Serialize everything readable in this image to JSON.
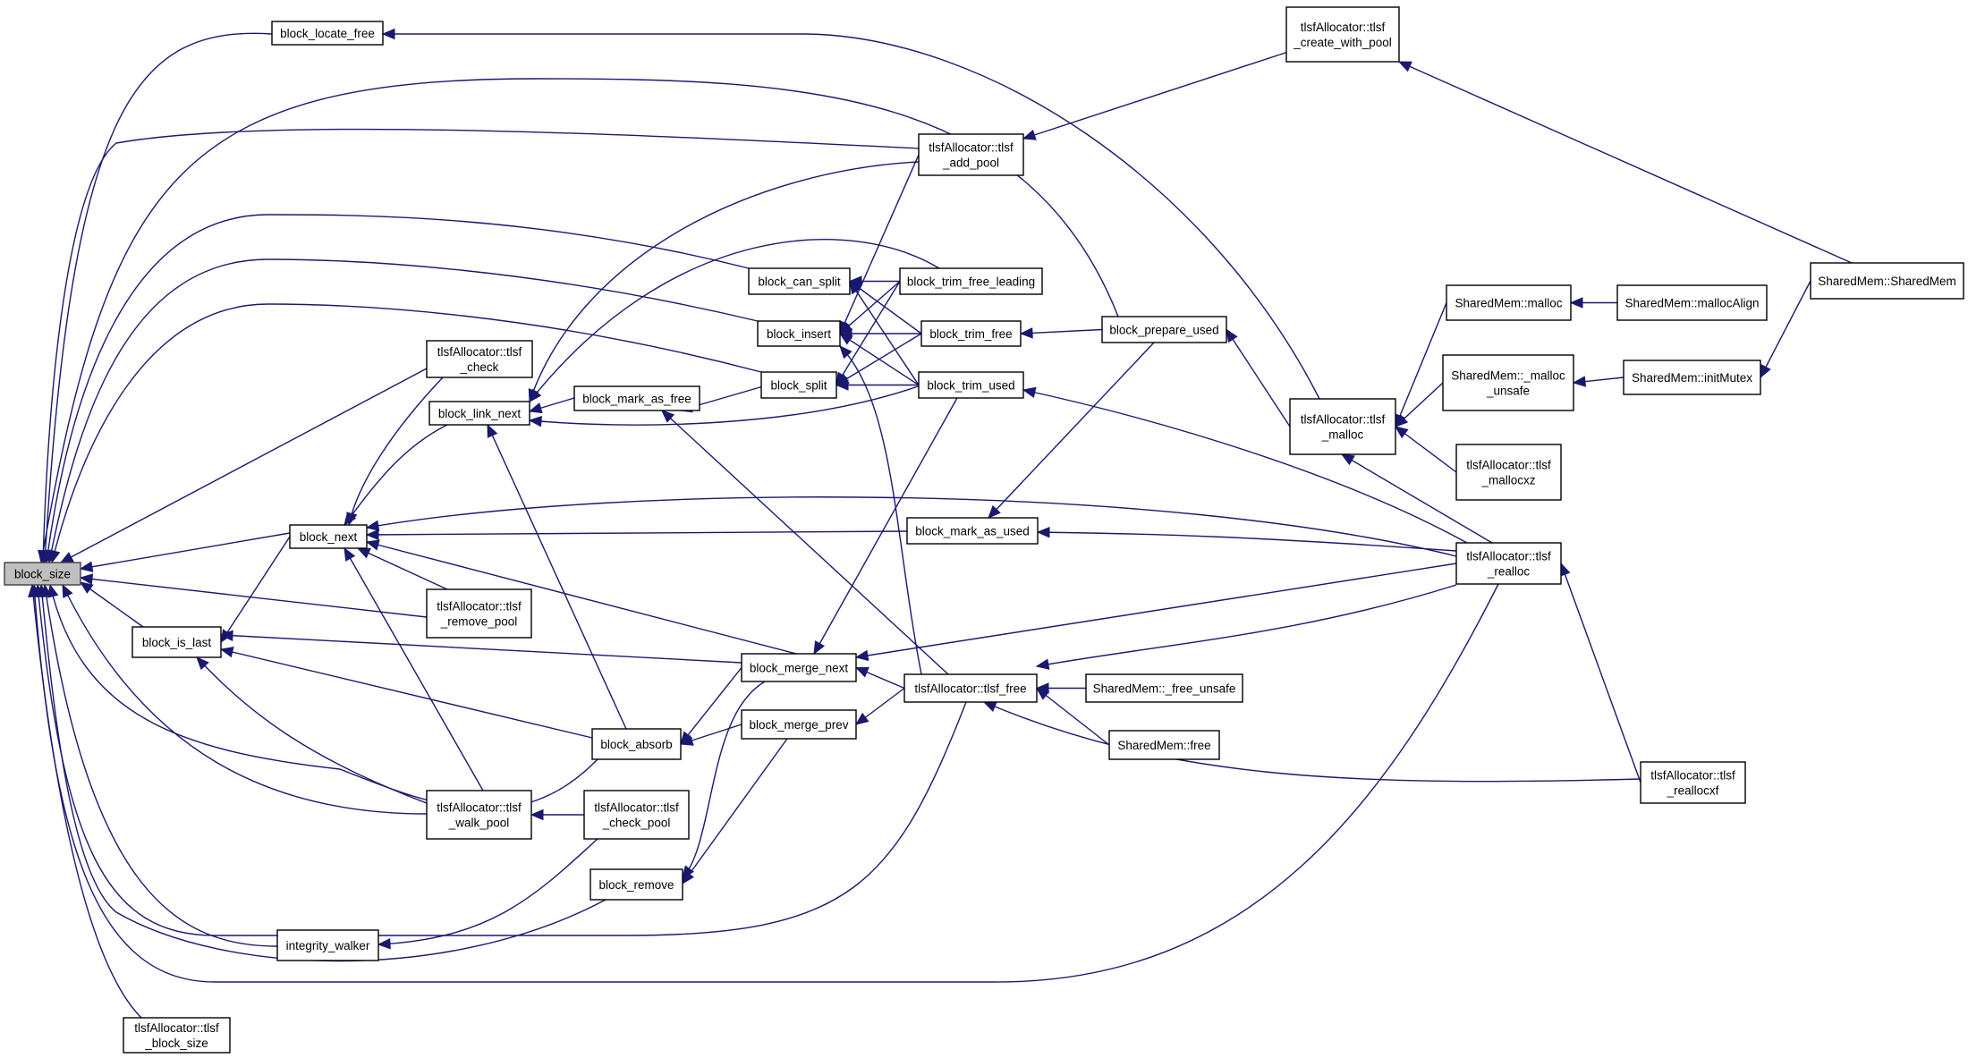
{
  "graph": {
    "type": "caller-graph",
    "root": "block_size",
    "colors": {
      "edge": "#191970",
      "root_fill": "#bfbfbf",
      "node_fill": "#ffffff",
      "node_border": "#000000"
    },
    "nodes": [
      {
        "id": "block_size",
        "lines": [
          "block_size"
        ],
        "root": true
      },
      {
        "id": "block_locate_free",
        "lines": [
          "block_locate_free"
        ]
      },
      {
        "id": "tlsf_create_with_pool",
        "lines": [
          "tlsfAllocator::tlsf",
          "_create_with_pool"
        ]
      },
      {
        "id": "tlsf_add_pool",
        "lines": [
          "tlsfAllocator::tlsf",
          "_add_pool"
        ]
      },
      {
        "id": "block_can_split",
        "lines": [
          "block_can_split"
        ]
      },
      {
        "id": "block_trim_free_leading",
        "lines": [
          "block_trim_free_leading"
        ]
      },
      {
        "id": "block_insert",
        "lines": [
          "block_insert"
        ]
      },
      {
        "id": "block_trim_free",
        "lines": [
          "block_trim_free"
        ]
      },
      {
        "id": "block_prepare_used",
        "lines": [
          "block_prepare_used"
        ]
      },
      {
        "id": "block_split",
        "lines": [
          "block_split"
        ]
      },
      {
        "id": "block_trim_used",
        "lines": [
          "block_trim_used"
        ]
      },
      {
        "id": "tlsf_check",
        "lines": [
          "tlsfAllocator::tlsf",
          "_check"
        ]
      },
      {
        "id": "block_link_next",
        "lines": [
          "block_link_next"
        ]
      },
      {
        "id": "block_mark_as_free",
        "lines": [
          "block_mark_as_free"
        ]
      },
      {
        "id": "block_next",
        "lines": [
          "block_next"
        ]
      },
      {
        "id": "block_mark_as_used",
        "lines": [
          "block_mark_as_used"
        ]
      },
      {
        "id": "tlsf_remove_pool",
        "lines": [
          "tlsfAllocator::tlsf",
          "_remove_pool"
        ]
      },
      {
        "id": "block_is_last",
        "lines": [
          "block_is_last"
        ]
      },
      {
        "id": "block_merge_next",
        "lines": [
          "block_merge_next"
        ]
      },
      {
        "id": "tlsf_free",
        "lines": [
          "tlsfAllocator::tlsf_free"
        ]
      },
      {
        "id": "shm_free_unsafe",
        "lines": [
          "SharedMem::_free_unsafe"
        ]
      },
      {
        "id": "block_absorb",
        "lines": [
          "block_absorb"
        ]
      },
      {
        "id": "block_merge_prev",
        "lines": [
          "block_merge_prev"
        ]
      },
      {
        "id": "shm_free",
        "lines": [
          "SharedMem::free"
        ]
      },
      {
        "id": "tlsf_walk_pool",
        "lines": [
          "tlsfAllocator::tlsf",
          "_walk_pool"
        ]
      },
      {
        "id": "tlsf_check_pool",
        "lines": [
          "tlsfAllocator::tlsf",
          "_check_pool"
        ]
      },
      {
        "id": "block_remove",
        "lines": [
          "block_remove"
        ]
      },
      {
        "id": "integrity_walker",
        "lines": [
          "integrity_walker"
        ]
      },
      {
        "id": "tlsf_block_size",
        "lines": [
          "tlsfAllocator::tlsf",
          "_block_size"
        ]
      },
      {
        "id": "tlsf_malloc",
        "lines": [
          "tlsfAllocator::tlsf",
          "_malloc"
        ]
      },
      {
        "id": "shm_malloc",
        "lines": [
          "SharedMem::malloc"
        ]
      },
      {
        "id": "shm_mallocAlign",
        "lines": [
          "SharedMem::mallocAlign"
        ]
      },
      {
        "id": "shm_malloc_unsafe",
        "lines": [
          "SharedMem::_malloc",
          "_unsafe"
        ]
      },
      {
        "id": "shm_initMutex",
        "lines": [
          "SharedMem::initMutex"
        ]
      },
      {
        "id": "shm_SharedMem",
        "lines": [
          "SharedMem::SharedMem"
        ]
      },
      {
        "id": "tlsf_mallocxz",
        "lines": [
          "tlsfAllocator::tlsf",
          "_mallocxz"
        ]
      },
      {
        "id": "tlsf_realloc",
        "lines": [
          "tlsfAllocator::tlsf",
          "_realloc"
        ]
      },
      {
        "id": "tlsf_reallocxf",
        "lines": [
          "tlsfAllocator::tlsf",
          "_reallocxf"
        ]
      }
    ],
    "edges": [
      {
        "from": "block_locate_free",
        "to": "block_size"
      },
      {
        "from": "tlsf_add_pool",
        "to": "block_size"
      },
      {
        "from": "block_prepare_used",
        "to": "block_size"
      },
      {
        "from": "block_can_split",
        "to": "block_size"
      },
      {
        "from": "block_insert",
        "to": "block_size"
      },
      {
        "from": "block_split",
        "to": "block_size"
      },
      {
        "from": "tlsf_check",
        "to": "block_size"
      },
      {
        "from": "block_next",
        "to": "block_size"
      },
      {
        "from": "tlsf_remove_pool",
        "to": "block_size"
      },
      {
        "from": "block_is_last",
        "to": "block_size"
      },
      {
        "from": "tlsf_walk_pool",
        "to": "block_size"
      },
      {
        "from": "block_absorb",
        "to": "block_size"
      },
      {
        "from": "integrity_walker",
        "to": "block_size"
      },
      {
        "from": "block_remove",
        "to": "block_size"
      },
      {
        "from": "tlsf_free",
        "to": "block_size"
      },
      {
        "from": "tlsf_realloc",
        "to": "block_size"
      },
      {
        "from": "tlsf_block_size",
        "to": "block_size"
      },
      {
        "from": "tlsf_malloc",
        "to": "block_locate_free"
      },
      {
        "from": "tlsf_add_pool",
        "to": "block_link_next"
      },
      {
        "from": "tlsf_create_with_pool",
        "to": "tlsf_add_pool"
      },
      {
        "from": "shm_SharedMem",
        "to": "tlsf_create_with_pool"
      },
      {
        "from": "block_trim_free_leading",
        "to": "block_can_split"
      },
      {
        "from": "block_trim_free",
        "to": "block_can_split"
      },
      {
        "from": "block_trim_used",
        "to": "block_can_split"
      },
      {
        "from": "block_trim_free_leading",
        "to": "block_insert"
      },
      {
        "from": "block_trim_free",
        "to": "block_insert"
      },
      {
        "from": "block_trim_used",
        "to": "block_insert"
      },
      {
        "from": "tlsf_add_pool",
        "to": "block_insert"
      },
      {
        "from": "tlsf_free",
        "to": "block_insert"
      },
      {
        "from": "block_trim_free_leading",
        "to": "block_split"
      },
      {
        "from": "block_trim_free",
        "to": "block_split"
      },
      {
        "from": "block_trim_used",
        "to": "block_split"
      },
      {
        "from": "block_split",
        "to": "block_mark_as_free"
      },
      {
        "from": "block_trim_free_leading",
        "to": "block_link_next"
      },
      {
        "from": "block_trim_used",
        "to": "block_link_next"
      },
      {
        "from": "block_prepare_used",
        "to": "block_trim_free"
      },
      {
        "from": "tlsf_malloc",
        "to": "block_prepare_used"
      },
      {
        "from": "tlsf_realloc",
        "to": "block_trim_used"
      },
      {
        "from": "block_mark_as_free",
        "to": "block_link_next"
      },
      {
        "from": "tlsf_free",
        "to": "block_mark_as_free"
      },
      {
        "from": "block_link_next",
        "to": "block_next"
      },
      {
        "from": "tlsf_check",
        "to": "block_next"
      },
      {
        "from": "tlsf_realloc",
        "to": "block_next"
      },
      {
        "from": "block_mark_as_used",
        "to": "block_next"
      },
      {
        "from": "block_merge_next",
        "to": "block_next"
      },
      {
        "from": "tlsf_remove_pool",
        "to": "block_next"
      },
      {
        "from": "tlsf_walk_pool",
        "to": "block_next"
      },
      {
        "from": "block_absorb",
        "to": "block_link_next"
      },
      {
        "from": "block_prepare_used",
        "to": "block_mark_as_used"
      },
      {
        "from": "tlsf_realloc",
        "to": "block_mark_as_used"
      },
      {
        "from": "block_next",
        "to": "block_is_last"
      },
      {
        "from": "block_merge_next",
        "to": "block_is_last"
      },
      {
        "from": "block_absorb",
        "to": "block_is_last"
      },
      {
        "from": "tlsf_walk_pool",
        "to": "block_is_last"
      },
      {
        "from": "block_trim_used",
        "to": "block_merge_next"
      },
      {
        "from": "tlsf_realloc",
        "to": "block_merge_next"
      },
      {
        "from": "tlsf_free",
        "to": "block_merge_next"
      },
      {
        "from": "block_merge_next",
        "to": "block_absorb"
      },
      {
        "from": "block_merge_prev",
        "to": "block_absorb"
      },
      {
        "from": "tlsf_free",
        "to": "block_merge_prev"
      },
      {
        "from": "block_merge_next",
        "to": "block_remove"
      },
      {
        "from": "block_merge_prev",
        "to": "block_remove"
      },
      {
        "from": "tlsf_check_pool",
        "to": "tlsf_walk_pool"
      },
      {
        "from": "tlsf_check_pool",
        "to": "integrity_walker"
      },
      {
        "from": "tlsf_realloc",
        "to": "tlsf_free"
      },
      {
        "from": "shm_free_unsafe",
        "to": "tlsf_free"
      },
      {
        "from": "shm_free",
        "to": "tlsf_free"
      },
      {
        "from": "tlsf_reallocxf",
        "to": "tlsf_free"
      },
      {
        "from": "shm_malloc",
        "to": "tlsf_malloc"
      },
      {
        "from": "shm_malloc_unsafe",
        "to": "tlsf_malloc"
      },
      {
        "from": "tlsf_mallocxz",
        "to": "tlsf_malloc"
      },
      {
        "from": "tlsf_realloc",
        "to": "tlsf_malloc"
      },
      {
        "from": "shm_mallocAlign",
        "to": "shm_malloc"
      },
      {
        "from": "shm_initMutex",
        "to": "shm_malloc_unsafe"
      },
      {
        "from": "shm_SharedMem",
        "to": "shm_initMutex"
      },
      {
        "from": "tlsf_reallocxf",
        "to": "tlsf_realloc"
      }
    ]
  }
}
